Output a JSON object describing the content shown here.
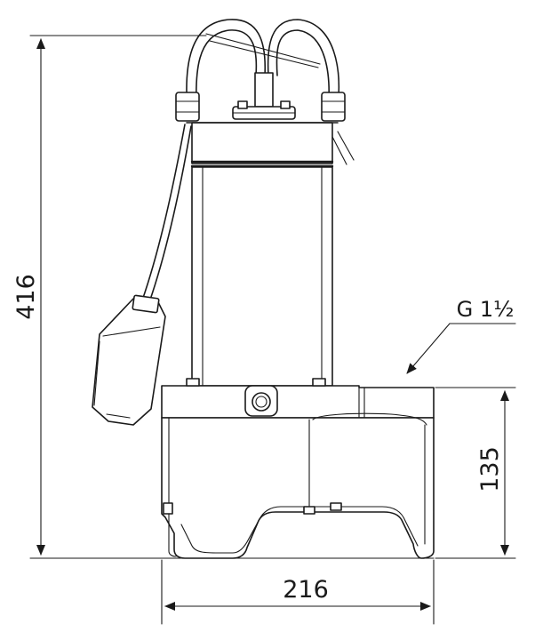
{
  "dimensions": {
    "overall_height": "416",
    "base_height": "135",
    "base_width": "216"
  },
  "callouts": {
    "discharge_connection": "G 1½"
  }
}
